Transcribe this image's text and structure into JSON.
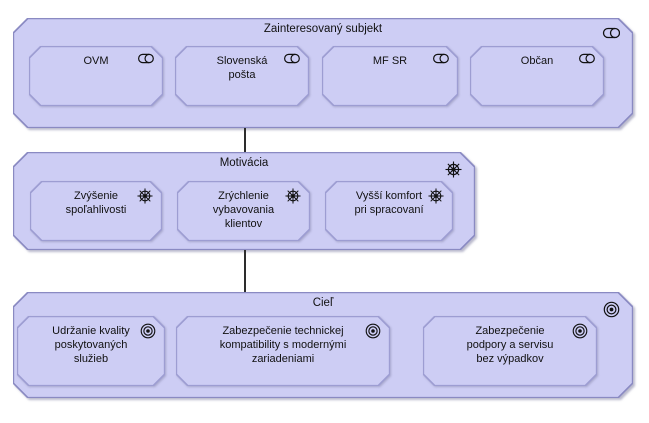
{
  "diagram": {
    "colors": {
      "element_fill": "#cdcdf4",
      "group_border": "#8a8ac2",
      "item_border": "#9d9dd2",
      "connector": "#2d2d2d"
    },
    "groups": [
      {
        "id": "stakeholder",
        "title": "Zainteresovaný subjekt",
        "icon": "role-icon",
        "items": [
          {
            "label": "OVM",
            "icon": "role-icon"
          },
          {
            "label": "Slovenská\npošta",
            "icon": "role-icon"
          },
          {
            "label": "MF SR",
            "icon": "role-icon"
          },
          {
            "label": "Občan",
            "icon": "role-icon"
          }
        ]
      },
      {
        "id": "motivation",
        "title": "Motivácia",
        "icon": "driver-icon",
        "items": [
          {
            "label": "Zvýšenie\nspoľahlivosti",
            "icon": "driver-icon"
          },
          {
            "label": "Zrýchlenie\nvybavovania\nklientov",
            "icon": "driver-icon"
          },
          {
            "label": "Vyšší komfort\npri spracovaní",
            "icon": "driver-icon"
          }
        ]
      },
      {
        "id": "goal",
        "title": "Cieľ",
        "icon": "goal-icon",
        "items": [
          {
            "label": "Udržanie kvality\nposkytovaných\nslužieb",
            "icon": "goal-icon"
          },
          {
            "label": "Zabezpečenie technickej\nkompatibility s modernými\nzariadeniami",
            "icon": "goal-icon"
          },
          {
            "label": "Zabezpečenie\npodpory a servisu\nbez výpadkov",
            "icon": "goal-icon"
          }
        ]
      }
    ],
    "connectors": [
      {
        "from": "stakeholder",
        "to": "motivation"
      },
      {
        "from": "motivation",
        "to": "goal"
      }
    ]
  }
}
